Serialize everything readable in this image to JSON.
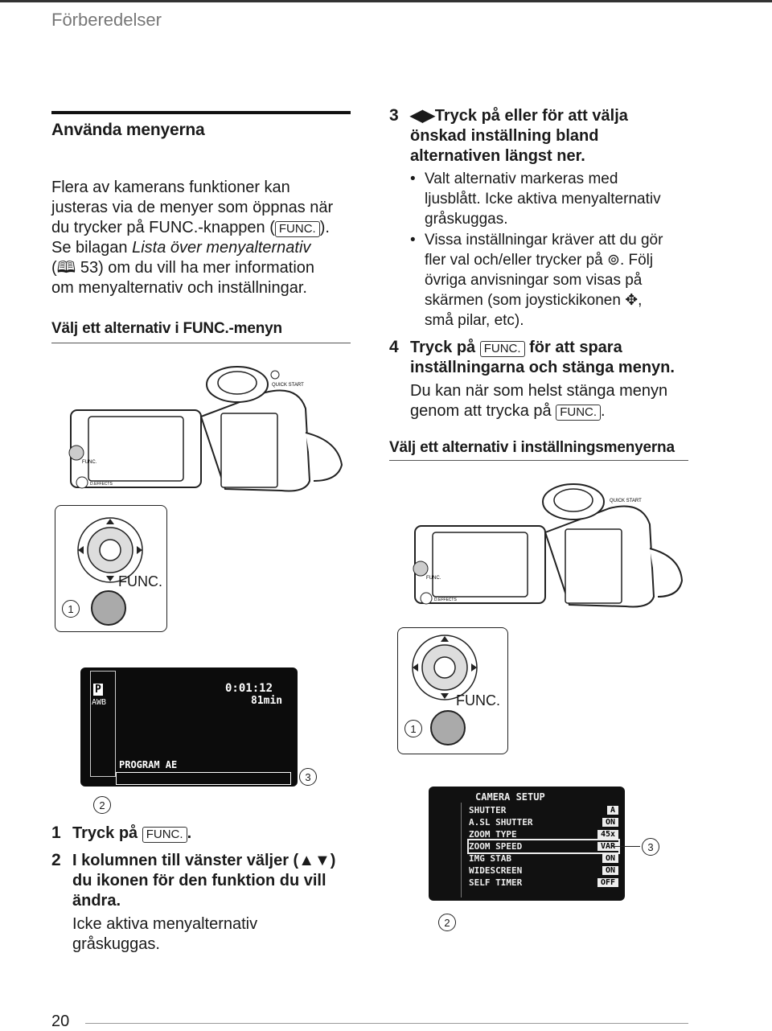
{
  "running_head": "Förberedelser",
  "left": {
    "section_title": "Använda menyerna",
    "intro_lines": [
      "Flera av kamerans funktioner kan",
      "justeras via de menyer som öppnas när",
      "du trycker på FUNC.-knappen (",
      "Se bilagan Lista över menyalternativ",
      "(",
      "om menyalternativ och inställningar."
    ],
    "intro_line3_tail": ").",
    "intro_line4_prefix": "Se bilagan ",
    "intro_line4_italic": "Lista över menyalternativ",
    "intro_line5_tail": " 53) om du vill ha mer information",
    "subhead": "Välj ett alternativ i FUNC.-menyn",
    "step1_num": "1",
    "step1_text": "Tryck på",
    "step1_tail": ".",
    "step2_num": "2",
    "step2_lines": [
      "I kolumnen till vänster väljer (",
      "du ikonen för den funktion du vill",
      "ändra."
    ],
    "step2_tail": ")",
    "step2_note": [
      "Icke aktiva menyalternativ",
      "gråskuggas."
    ]
  },
  "right": {
    "step3_num": "3",
    "step3_lines": [
      "Tryck på  eller  för att välja",
      "önskad inställning bland",
      "alternativen längst ner."
    ],
    "bullet1": [
      "Valt alternativ markeras med",
      "ljusblått. Icke aktiva menyalternativ",
      "gråskuggas."
    ],
    "bullet2": [
      "Vissa inställningar kräver att du gör",
      "fler val och/eller trycker på",
      ". Följ",
      "övriga anvisningar som visas på",
      "skärmen (som joystickikonen",
      ",",
      "små pilar, etc)."
    ],
    "step4_num": "4",
    "step4_lines": [
      "Tryck på",
      "för att spara",
      "inställningarna och stänga menyn."
    ],
    "step4_note": [
      "Du kan när som helst stänga menyn",
      "genom att trycka på",
      "."
    ],
    "subhead2": "Välj ett alternativ i inställningsmenyerna"
  },
  "keys": {
    "func": "FUNC."
  },
  "callouts": {
    "c1": "1",
    "c2": "2",
    "c3": "3"
  },
  "camera": {
    "quick_start": "QUICK START",
    "func_label": "FUNC.",
    "effects": "D.EFFECTS"
  },
  "func_panel": {
    "label": "FUNC."
  },
  "lcd": {
    "time": "0:01:12",
    "remaining": "81min",
    "mode_text": "PROGRAM AE",
    "mode_left": [
      "P",
      "AWB"
    ]
  },
  "setup_menu": {
    "title": "CAMERA SETUP",
    "rows": [
      {
        "name": "SHUTTER",
        "value": "A"
      },
      {
        "name": "A.SL SHUTTER",
        "value": "ON"
      },
      {
        "name": "ZOOM TYPE",
        "value": "45x"
      },
      {
        "name": "ZOOM SPEED",
        "value": "VAR"
      },
      {
        "name": "IMG STAB",
        "value": "ON"
      },
      {
        "name": "WIDESCREEN",
        "value": "ON"
      },
      {
        "name": "SELF TIMER",
        "value": "OFF"
      }
    ]
  },
  "page_number": "20"
}
